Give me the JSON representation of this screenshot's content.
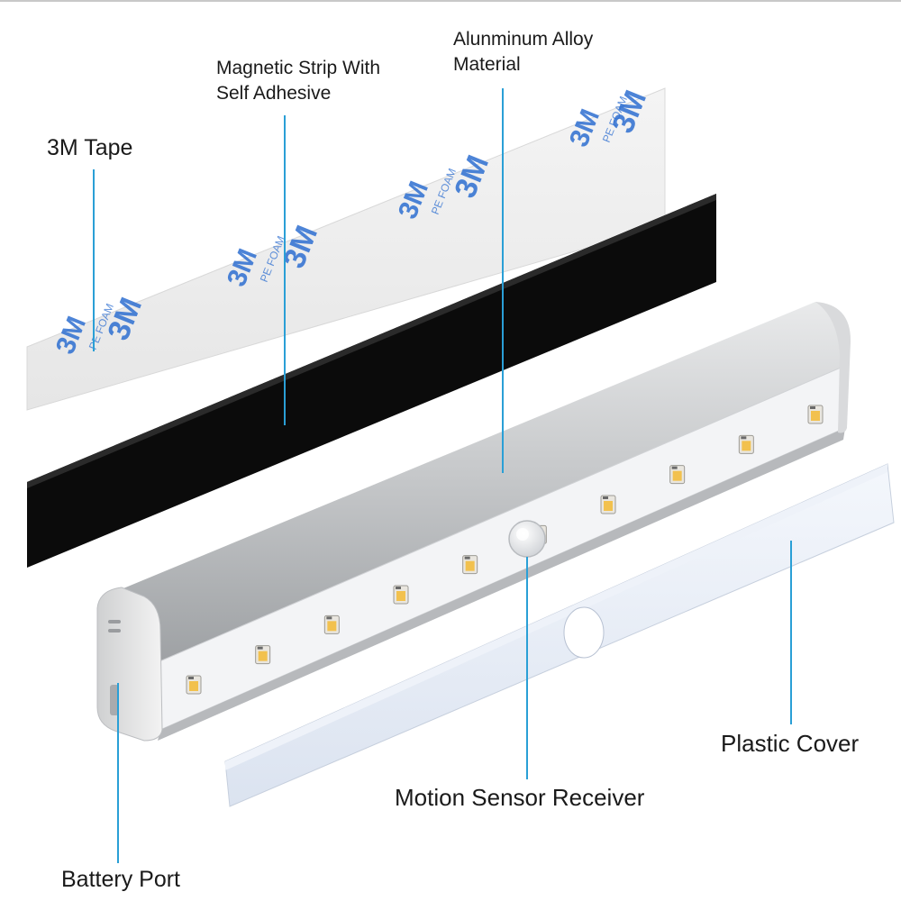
{
  "labels": {
    "tape": "3M Tape",
    "magnetic_strip": "Magnetic Strip With\nSelf Adhesive",
    "alloy": "Alunminum Alloy\nMaterial",
    "plastic_cover": "Plastic Cover",
    "motion_sensor": "Motion Sensor Receiver",
    "battery_port": "Battery Port"
  },
  "tape_print": {
    "brand": "3M",
    "material": "PE FOAM"
  },
  "led_count": 10,
  "colors": {
    "callout_line": "#2a9fd6",
    "tape_logo": "#2e6fd1",
    "magnet": "#0b0b0b",
    "aluminum": "#c9cbcd",
    "led": "#f2c14e",
    "cover": "#e8eef8"
  }
}
